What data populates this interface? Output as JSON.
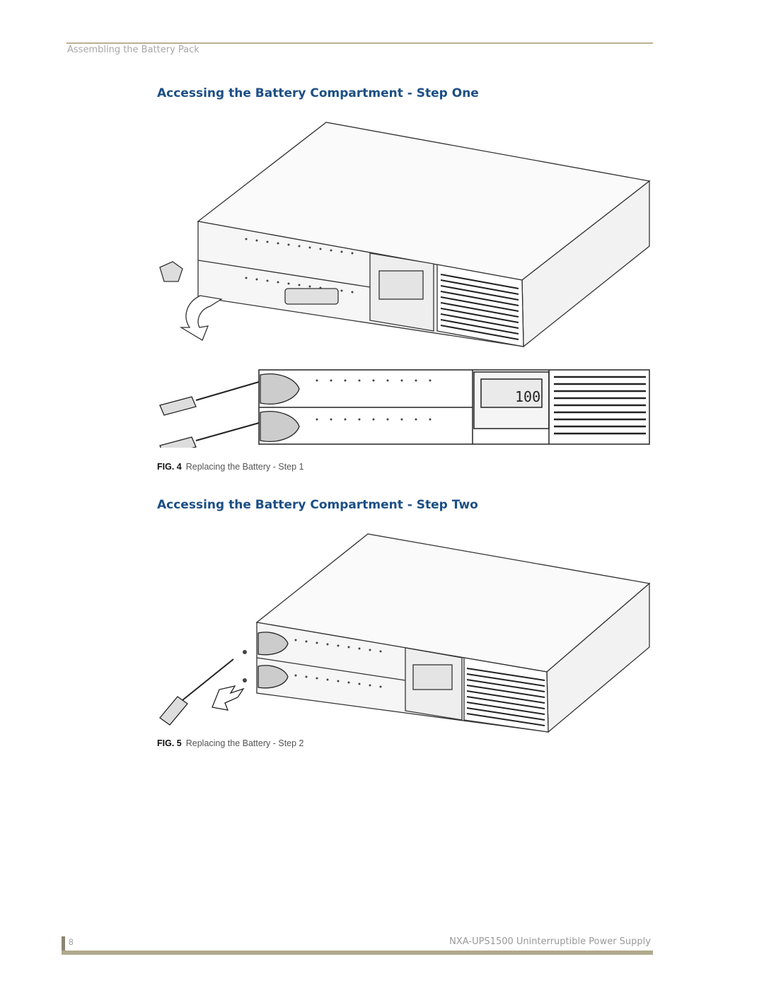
{
  "header": {
    "running_head": "Assembling the Battery Pack"
  },
  "sections": [
    {
      "title": "Accessing the Battery Compartment - Step One",
      "figure": {
        "label": "FIG. 4",
        "caption": "Replacing the Battery - Step 1"
      }
    },
    {
      "title": "Accessing the Battery Compartment - Step Two",
      "figure": {
        "label": "FIG. 5",
        "caption": "Replacing the Battery - Step 2"
      }
    }
  ],
  "lcd_reading": "100",
  "footer": {
    "page_number": "8",
    "doc_title": "NXA-UPS1500 Uninterruptible Power Supply"
  },
  "colors": {
    "heading": "#1c4f85",
    "rule": "#b0a98a"
  }
}
